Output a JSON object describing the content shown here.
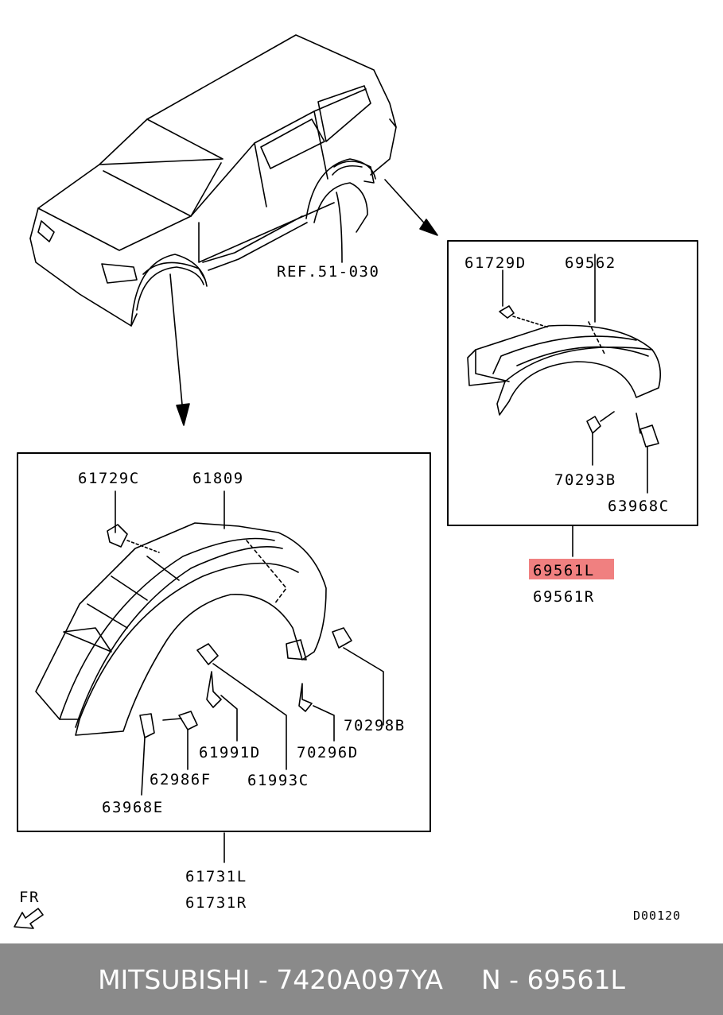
{
  "diagram": {
    "ref_label": "REF.51-030",
    "fr_label": "FR",
    "drawing_code": "D00120",
    "rear_group": {
      "parts": [
        "61729D",
        "69562",
        "70293B",
        "63968C"
      ],
      "assembly": [
        "69561L",
        "69561R"
      ],
      "highlighted": "69561L",
      "highlight_color": "#f08080"
    },
    "front_group": {
      "parts": [
        "61729C",
        "61809",
        "70298B",
        "61991D",
        "70296D",
        "62986F",
        "61993C",
        "63968E"
      ],
      "assembly": [
        "61731L",
        "61731R"
      ]
    }
  },
  "footer": {
    "left": "MITSUBISHI - 7420A097YA",
    "right": "N - 69561L",
    "background": "#8a8a8a"
  }
}
